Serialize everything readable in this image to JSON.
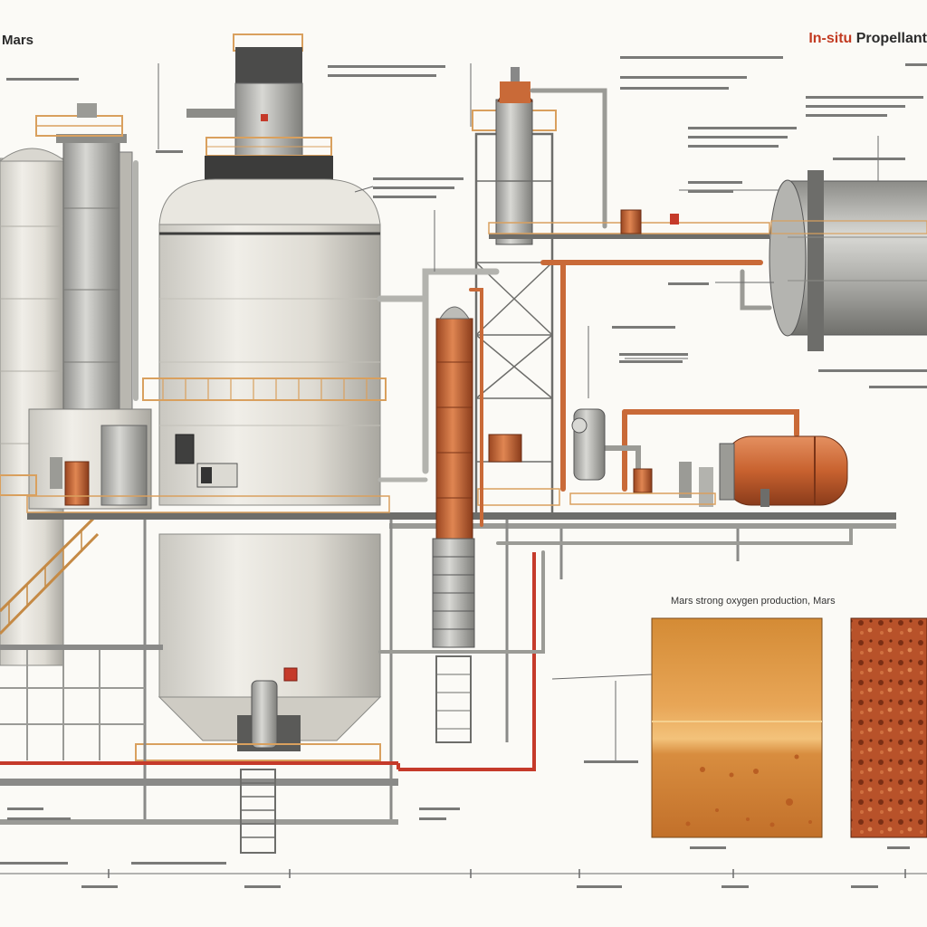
{
  "header": {
    "left_title": "Mars",
    "right_title_accent": "In-situ",
    "right_title_main": " Propellant"
  },
  "panels": {
    "surface_title": "Mars strong oxygen production, Mars"
  },
  "colors": {
    "steel_light": "#e7e5de",
    "steel_mid": "#b9b7b0",
    "steel_dark": "#5d5d5d",
    "copper": "#c9663a",
    "copper_dark": "#8e3f1e",
    "railing": "#d9a05e",
    "pipe_red": "#c53a2a",
    "mars_sand": "#cf8536",
    "mars_rock": "#b44a20",
    "frame": "#8a8a88",
    "leader": "#6a6a6a"
  },
  "icons": [
    "valve-icon",
    "gauge-icon",
    "warning-plate-icon"
  ]
}
